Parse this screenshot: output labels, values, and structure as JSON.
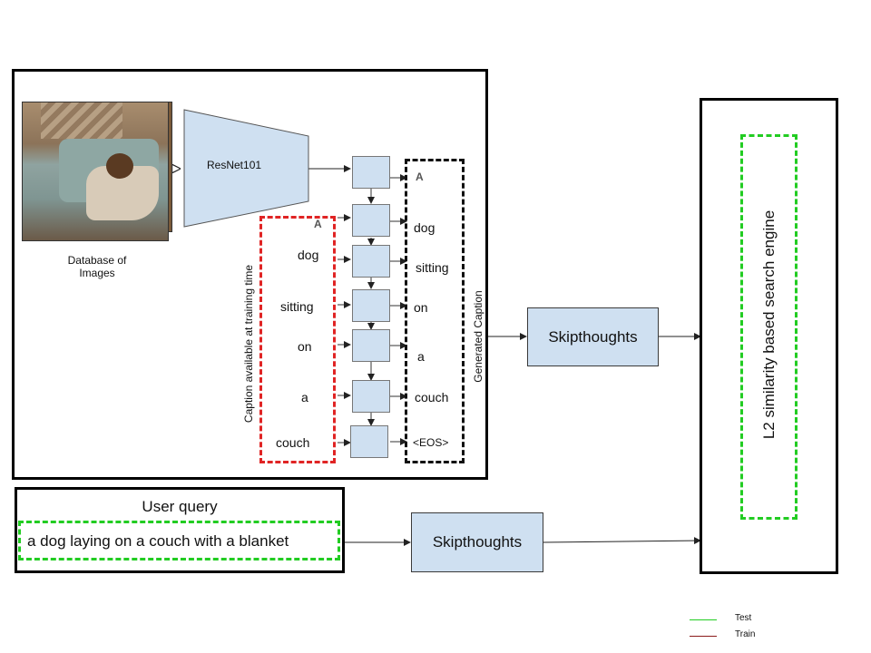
{
  "training_panel": {
    "database_label_line1": "Database of",
    "database_label_line2": "Images",
    "encoder_label": "ResNet101",
    "train_caption_label": "Caption available at training time",
    "generated_caption_label": "Generated Caption",
    "train_words": [
      "A",
      "dog",
      "sitting",
      "on",
      "a",
      "couch"
    ],
    "generated_words": [
      "A",
      "dog",
      "sitting",
      "on",
      "a",
      "couch",
      "<EOS>"
    ]
  },
  "skipthoughts_top": {
    "label": "Skipthoughts"
  },
  "skipthoughts_bottom": {
    "label": "Skipthoughts"
  },
  "search_engine": {
    "label": "L2 similarity based search engine"
  },
  "user_query": {
    "title": "User query",
    "text": "a dog laying on a couch with a blanket"
  },
  "legend": {
    "items": [
      {
        "label": "Test",
        "color": "#22cc22"
      },
      {
        "label": "Train",
        "color": "#8b1a1a"
      }
    ]
  }
}
